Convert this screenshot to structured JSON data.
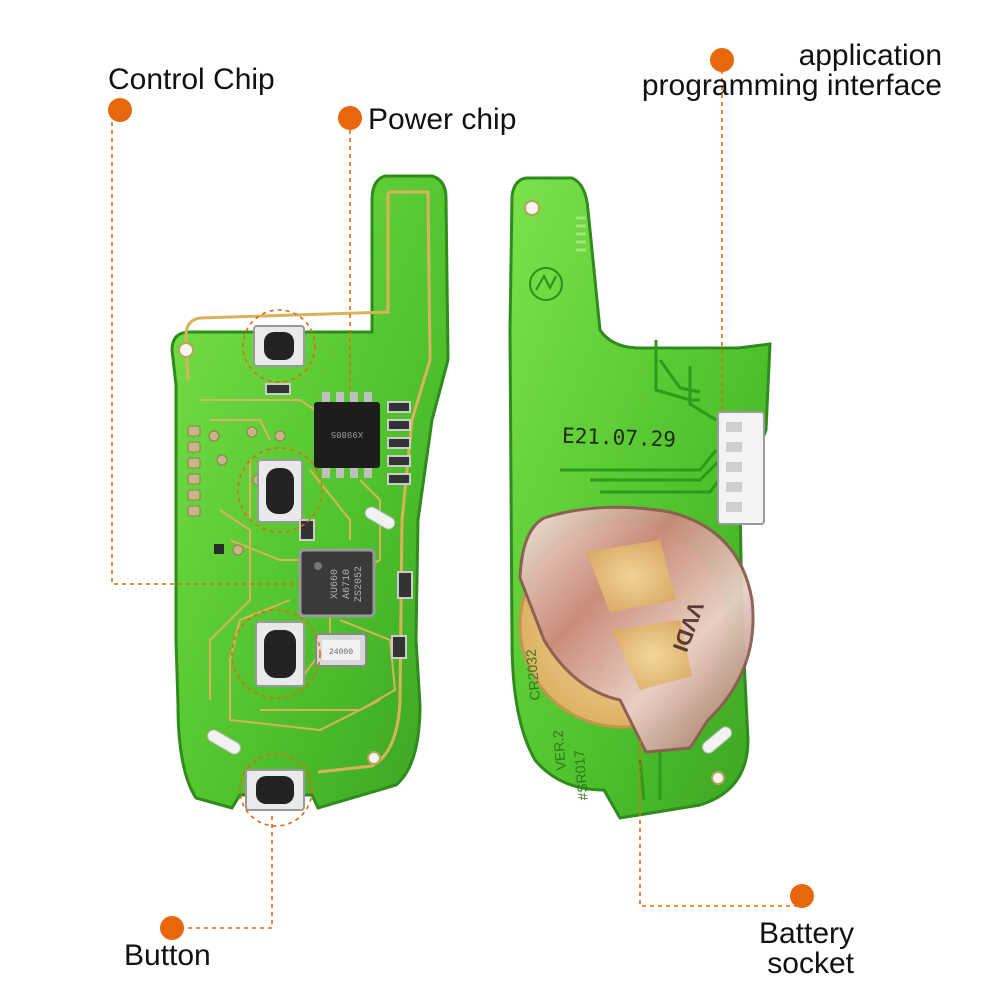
{
  "labels": {
    "control_chip": "Control Chip",
    "power_chip": "Power chip",
    "api_line1": "application",
    "api_line2": "programming interface",
    "button": "Button",
    "battery_line1": "Battery",
    "battery_line2": "socket"
  },
  "pcb_text": {
    "date_code": "E21.07.29",
    "model": "#SR017",
    "version": "VER.2",
    "battery_type": "CR2032",
    "power_chip_marking": "X99805",
    "control_chip_marking_1": "XU660",
    "control_chip_marking_2": "A6710",
    "control_chip_marking_3": "ZS2052",
    "crystal_marking": "24000",
    "clip_marking": "VVDI"
  },
  "colors": {
    "pcb_green": "#5fd33a",
    "pcb_edge": "#3aa324",
    "trace_gold": "#d9b35a",
    "callout_orange": "#e8670c",
    "battery_clip": "#c98a7a",
    "battery_cell": "#e7c27c"
  }
}
